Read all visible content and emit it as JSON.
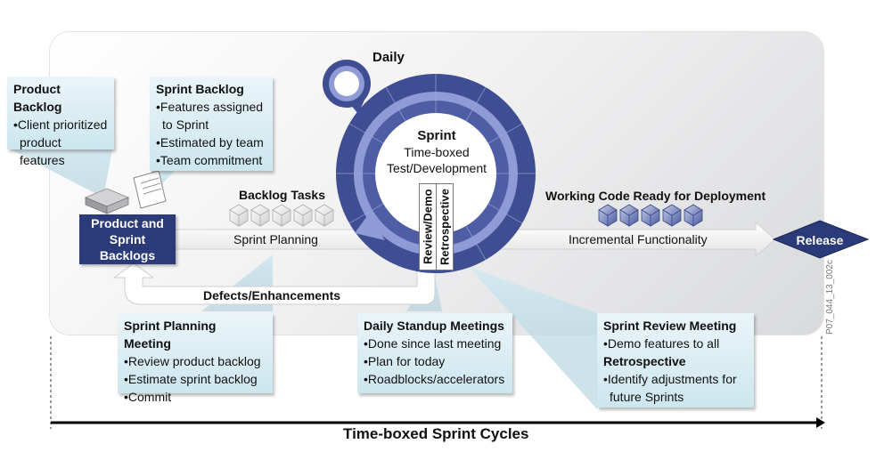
{
  "product_backlog": {
    "title": "Product Backlog",
    "items": [
      "Client prioritized product features"
    ]
  },
  "sprint_backlog": {
    "title": "Sprint Backlog",
    "items": [
      "Features assigned to Sprint",
      "Estimated by team",
      "Team commitment"
    ]
  },
  "backlogs_box": "Product and Sprint Backlogs",
  "backlog_tasks": "Backlog Tasks",
  "sprint_planning": "Sprint Planning",
  "defects": "Defects/Enhancements",
  "daily": "Daily",
  "sprint": {
    "title": "Sprint",
    "line1": "Time-boxed",
    "line2": "Test/Development"
  },
  "review_demo": "Review/Demo",
  "retrospective": "Retrospective",
  "working_code": "Working Code Ready for Deployment",
  "incremental": "Incremental Functionality",
  "release": "Release",
  "figure_id": "P07_044_13_002c",
  "planning_meeting": {
    "title": "Sprint Planning Meeting",
    "items": [
      "Review product backlog",
      "Estimate sprint backlog",
      "Commit"
    ]
  },
  "standup": {
    "title": "Daily Standup Meetings",
    "items": [
      "Done since last meeting",
      "Plan for today",
      "Roadblocks/accelerators"
    ]
  },
  "review_meeting": {
    "title": "Sprint Review Meeting",
    "items": [
      "Demo features to all"
    ],
    "title2": "Retrospective",
    "items2": [
      "Identify adjustments for future Sprints"
    ]
  },
  "timeline": "Time-boxed Sprint Cycles",
  "colors": {
    "navy": "#2b3a78",
    "ring": "#5a6ab0",
    "ring_light": "#9aa6d8",
    "note": "#d6ecf2"
  }
}
